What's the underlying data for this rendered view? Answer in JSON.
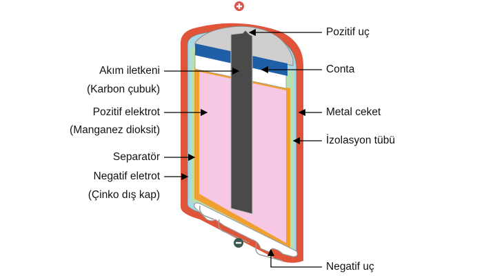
{
  "terminals": {
    "positive_symbol": "+",
    "negative_symbol": "−"
  },
  "left_labels": [
    {
      "text": "Akım iletkeni"
    },
    {
      "text": "(Karbon çubuk)"
    },
    {
      "text": "Pozitif elektrot"
    },
    {
      "text": "(Manganez dioksit)"
    },
    {
      "text": "Separatör"
    },
    {
      "text": "Negatif eletrot"
    },
    {
      "text": "(Çinko dış kap)"
    }
  ],
  "right_labels": [
    {
      "text": "Pozitif uç"
    },
    {
      "text": "Conta"
    },
    {
      "text": "Metal ceket"
    },
    {
      "text": "İzolasyon tübü"
    },
    {
      "text": "Negatif uç"
    }
  ],
  "colors": {
    "shell": "#e0553a",
    "insulation": "#a9d8e3",
    "separator": "#b6e0b0",
    "zinc": "#f0a030",
    "cathode": "#f7c8e4",
    "rod": "#4a4a4a",
    "gasket": "#1f5fa8",
    "cap": "#cfcfcf"
  }
}
